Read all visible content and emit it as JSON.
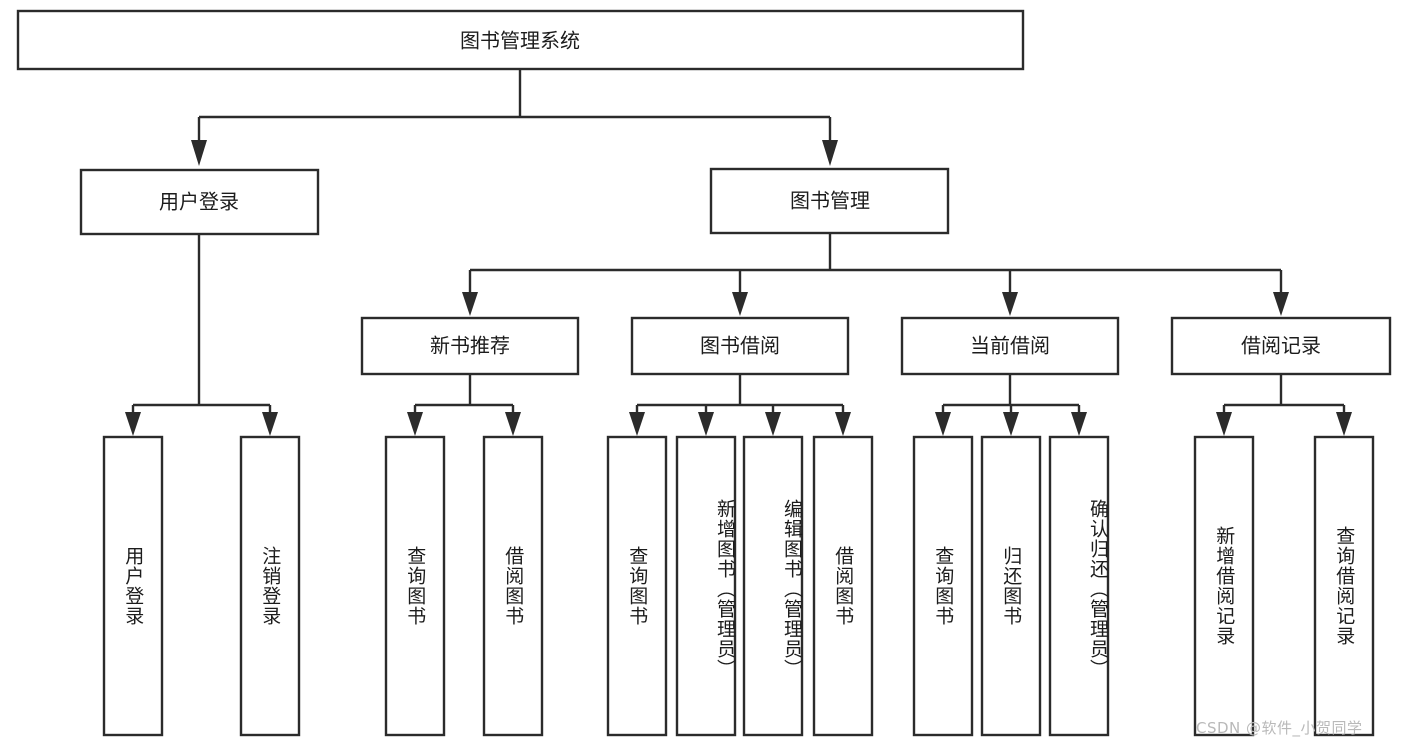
{
  "diagram": {
    "type": "hierarchy-tree",
    "title": "图书管理系统",
    "watermark": "CSDN @软件_小贺同学",
    "colors": {
      "stroke": "#2b2b2b",
      "fill": "#ffffff",
      "text": "#1c1c1c",
      "watermark": "#b9b9b9",
      "background": "#ffffff"
    },
    "levels": {
      "root": "图书管理系统",
      "level2": [
        "用户登录",
        "图书管理"
      ],
      "level3": [
        "新书推荐",
        "图书借阅",
        "当前借阅",
        "借阅记录"
      ]
    },
    "nodes": {
      "root": {
        "label": "图书管理系统"
      },
      "user_login": {
        "label": "用户登录"
      },
      "book_mgmt": {
        "label": "图书管理"
      },
      "new_book_rec": {
        "label": "新书推荐"
      },
      "book_borrow": {
        "label": "图书借阅"
      },
      "current_borrow": {
        "label": "当前借阅"
      },
      "borrow_record": {
        "label": "借阅记录"
      }
    },
    "leaves": {
      "user_login": [
        {
          "label": "用户登录"
        },
        {
          "label": "注销登录"
        }
      ],
      "new_book_rec": [
        {
          "label": "查询图书"
        },
        {
          "label": "借阅图书"
        }
      ],
      "book_borrow": [
        {
          "label": "查询图书"
        },
        {
          "label": "新增图书（管理员）"
        },
        {
          "label": "编辑图书（管理员）"
        },
        {
          "label": "借阅图书"
        }
      ],
      "current_borrow": [
        {
          "label": "查询图书"
        },
        {
          "label": "归还图书"
        },
        {
          "label": "确认归还（管理员）"
        }
      ],
      "borrow_record": [
        {
          "label": "新增借阅记录"
        },
        {
          "label": "查询借阅记录"
        }
      ]
    },
    "edges": [
      {
        "from": "图书管理系统",
        "to": "用户登录"
      },
      {
        "from": "图书管理系统",
        "to": "图书管理"
      },
      {
        "from": "图书管理",
        "to": "新书推荐"
      },
      {
        "from": "图书管理",
        "to": "图书借阅"
      },
      {
        "from": "图书管理",
        "to": "当前借阅"
      },
      {
        "from": "图书管理",
        "to": "借阅记录"
      },
      {
        "from": "用户登录",
        "to": "用户登录"
      },
      {
        "from": "用户登录",
        "to": "注销登录"
      },
      {
        "from": "新书推荐",
        "to": "查询图书"
      },
      {
        "from": "新书推荐",
        "to": "借阅图书"
      },
      {
        "from": "图书借阅",
        "to": "查询图书"
      },
      {
        "from": "图书借阅",
        "to": "新增图书（管理员）"
      },
      {
        "from": "图书借阅",
        "to": "编辑图书（管理员）"
      },
      {
        "from": "图书借阅",
        "to": "借阅图书"
      },
      {
        "from": "当前借阅",
        "to": "查询图书"
      },
      {
        "from": "当前借阅",
        "to": "归还图书"
      },
      {
        "from": "当前借阅",
        "to": "确认归还（管理员）"
      },
      {
        "from": "借阅记录",
        "to": "新增借阅记录"
      },
      {
        "from": "借阅记录",
        "to": "查询借阅记录"
      }
    ]
  }
}
